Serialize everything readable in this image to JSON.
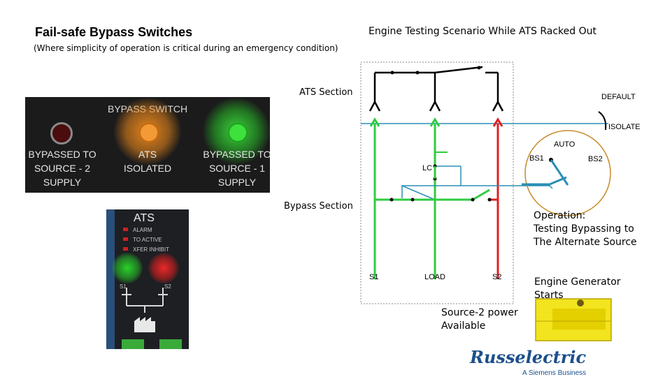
{
  "header": {
    "title": "Fail-safe Bypass Switches",
    "subtitle": "(Where simplicity of operation is critical during an emergency condition)",
    "scenario": "Engine Testing Scenario While ATS Racked Out"
  },
  "bypass_panel": {
    "heading": "BYPASS SWITCH",
    "indicators": [
      {
        "label": "BYPASSED TO\nSOURCE - 2\nSUPPLY",
        "lamp": "off",
        "color": "#5a1010"
      },
      {
        "label": "ATS\nISOLATED",
        "lamp": "on",
        "color": "#f08a1c"
      },
      {
        "label": "BYPASSED TO\nSOURCE - 1\nSUPPLY",
        "lamp": "on",
        "color": "#2fd12f"
      }
    ]
  },
  "ats_panel": {
    "tag": "ATS",
    "alarms": [
      "ALARM",
      "TO ACTIVE",
      "XFER INHIBIT"
    ],
    "lamps": [
      {
        "label": "S1",
        "color": "#22c422"
      },
      {
        "label": "S2",
        "color": "#e02020"
      }
    ]
  },
  "diagram": {
    "ats_section": "ATS Section",
    "bypass_section": "Bypass Section",
    "default": "DEFAULT",
    "isolate": "ISOLATE",
    "auto": "AUTO",
    "bs1": "BS1",
    "bs2": "BS2",
    "lc": "LC",
    "s1": "S1",
    "load": "LOAD",
    "s2": "S2",
    "colors": {
      "s1_line": "#2ecc40",
      "s2_line": "#e02020",
      "control": "#2a8fb5",
      "gear": "#c88a2a"
    }
  },
  "notes": {
    "operation": "Operation:\nTesting Bypassing to\nThe Alternate Source",
    "engine": "Engine Generator\nStarts",
    "source2": "Source-2 power\nAvailable"
  },
  "logo": {
    "name": "Russelectric",
    "tagline": "A Siemens Business"
  }
}
